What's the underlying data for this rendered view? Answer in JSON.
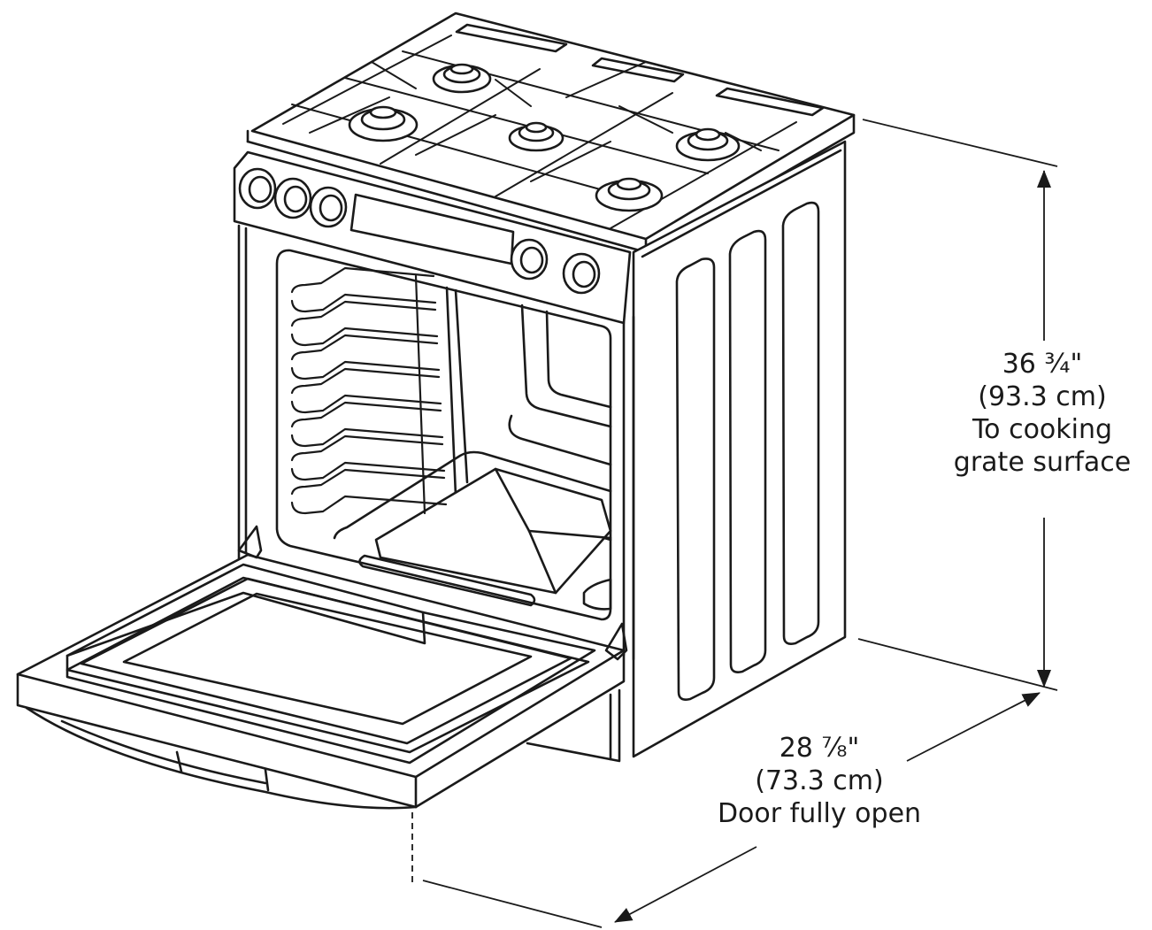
{
  "dimensions": {
    "height": {
      "imperial": "36 ¾\"",
      "metric": "(93.3 cm)",
      "note_line1": "To cooking",
      "note_line2": "grate surface"
    },
    "depth": {
      "imperial": "28 ⅞\"",
      "metric": "(73.3 cm)",
      "note": "Door fully open"
    }
  },
  "colors": {
    "line": "#1a1a1a",
    "background": "#ffffff"
  }
}
